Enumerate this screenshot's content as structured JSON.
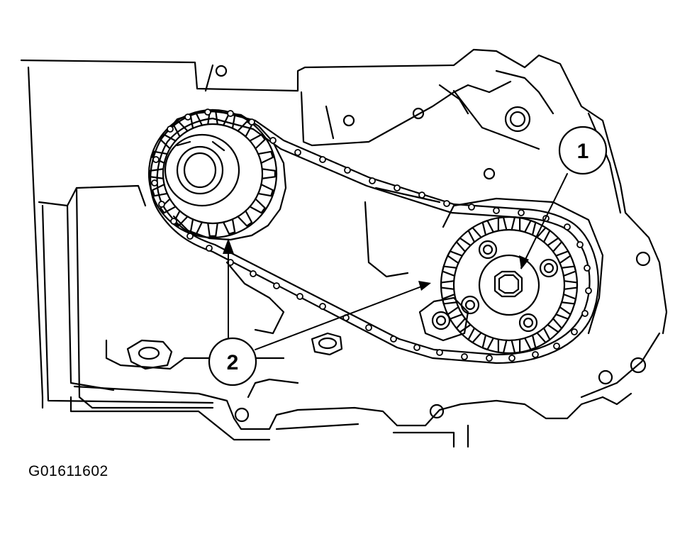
{
  "figure": {
    "code": "G01611602",
    "colors": {
      "line": "#000000",
      "background": "#ffffff"
    }
  },
  "callouts": [
    {
      "number": "1"
    },
    {
      "number": "2"
    }
  ]
}
